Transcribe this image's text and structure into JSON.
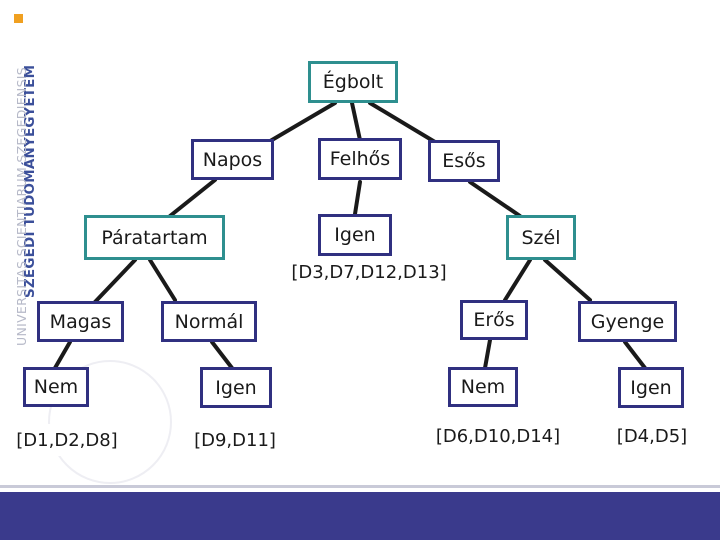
{
  "sidebar": {
    "university_name": "SZEGEDI TUDOMÁNYEGYETEM",
    "latin_motto": "UNIVERSITAS SCIENTIARUM SZEGEDIENSIS"
  },
  "diagram": {
    "nodes": {
      "egbolt": "Égbolt",
      "napos": "Napos",
      "felhos": "Felhős",
      "esos": "Esős",
      "paratartam": "Páratartam",
      "igen_felhos": "Igen",
      "d_felhos": "[D3,D7,D12,D13]",
      "szel": "Szél",
      "magas": "Magas",
      "normal": "Normál",
      "eros": "Erős",
      "gyenge": "Gyenge",
      "nem_magas": "Nem",
      "igen_normal": "Igen",
      "nem_eros": "Nem",
      "igen_gyenge": "Igen",
      "d_magas": "[D1,D2,D8]",
      "d_normal": "[D9,D11]",
      "d_eros": "[D6,D10,D14]",
      "d_gyenge": "[D4,D5]"
    }
  },
  "colors": {
    "attribute_border": "#2e8f8f",
    "value_border": "#303080",
    "edge": "#1a1a1a",
    "footer_bar": "#3a3a8c",
    "logo_accent": "#f0a020"
  }
}
